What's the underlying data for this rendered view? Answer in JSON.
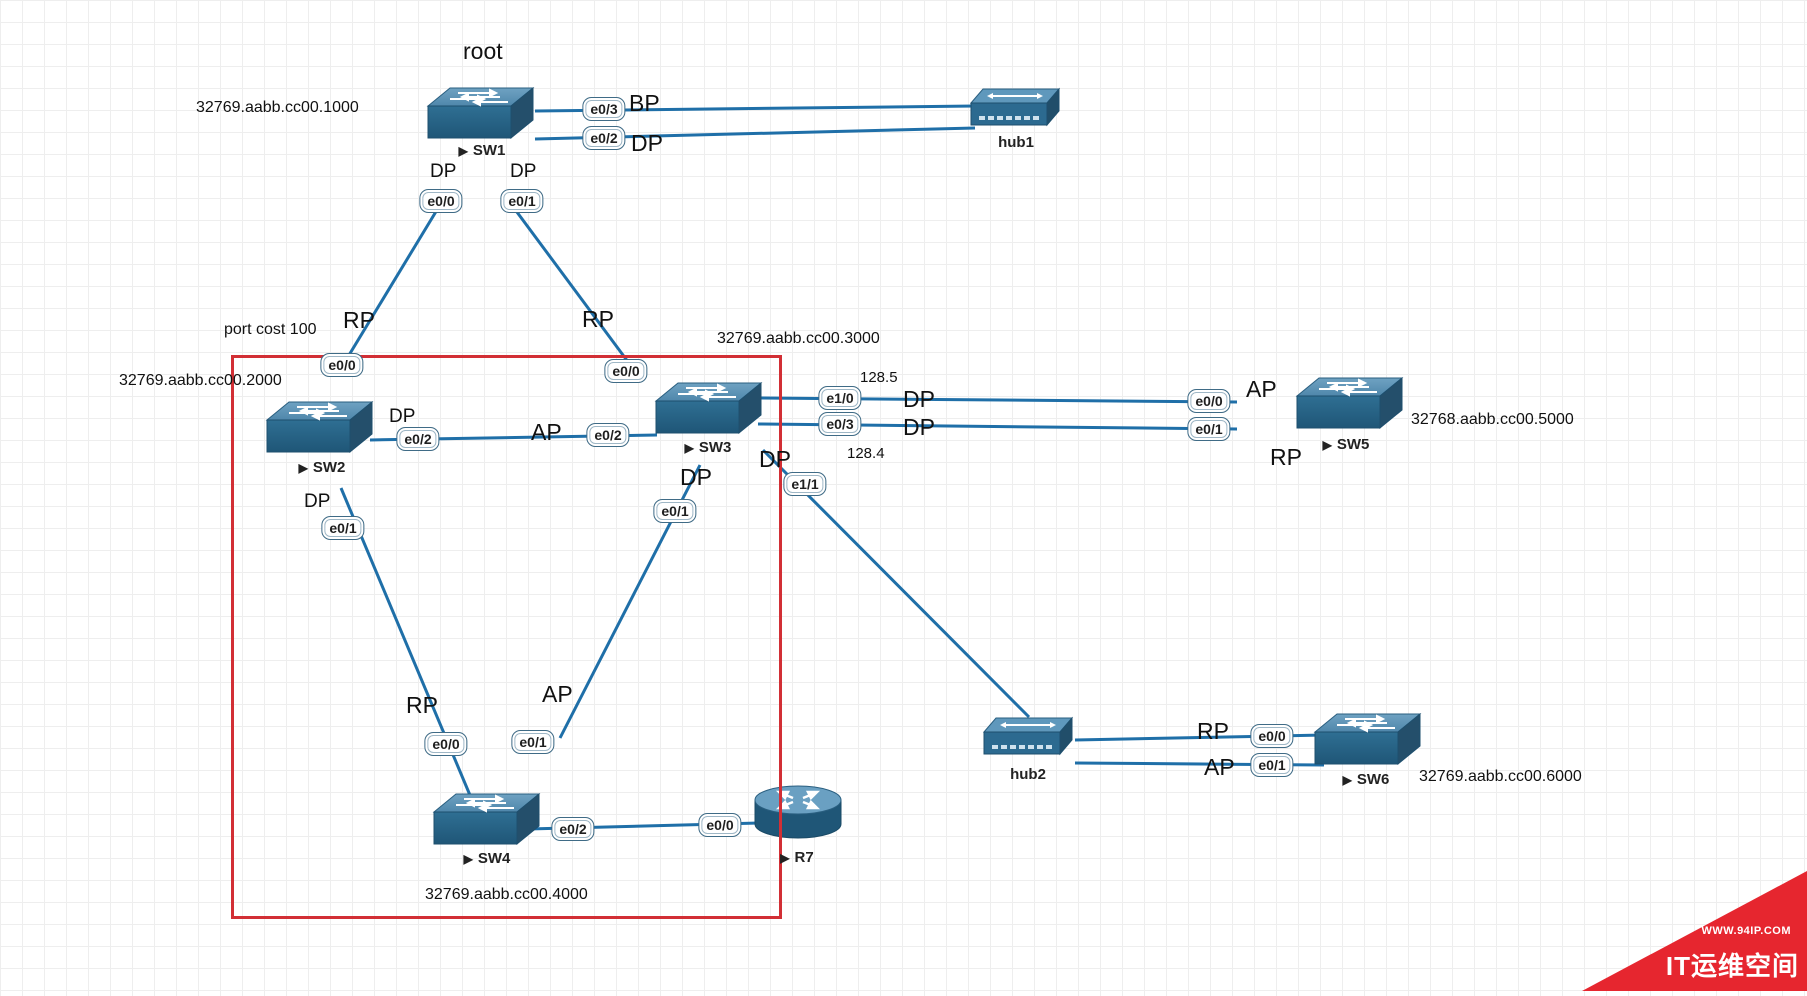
{
  "devices": {
    "sw1": {
      "name": "SW1",
      "bridge_id": "32769.aabb.cc00.1000",
      "caption": "root"
    },
    "sw2": {
      "name": "SW2",
      "bridge_id": "32769.aabb.cc00.2000",
      "note": "port cost 100"
    },
    "sw3": {
      "name": "SW3",
      "bridge_id": "32769.aabb.cc00.3000"
    },
    "sw4": {
      "name": "SW4",
      "bridge_id": "32769.aabb.cc00.4000"
    },
    "sw5": {
      "name": "SW5",
      "bridge_id": "32768.aabb.cc00.5000"
    },
    "sw6": {
      "name": "SW6",
      "bridge_id": "32769.aabb.cc00.6000"
    },
    "hub1": {
      "name": "hub1"
    },
    "hub2": {
      "name": "hub2"
    },
    "r7": {
      "name": "R7"
    }
  },
  "ports": {
    "sw1_e03": "e0/3",
    "sw1_e02": "e0/2",
    "sw1_e00": "e0/0",
    "sw1_e01": "e0/1",
    "sw2_e00": "e0/0",
    "sw2_e02": "e0/2",
    "sw2_e01": "e0/1",
    "sw3_e00": "e0/0",
    "sw3_e02": "e0/2",
    "sw3_e10": "e1/0",
    "sw3_e03": "e0/3",
    "sw3_e11": "e1/1",
    "sw3_e01": "e0/1",
    "sw4_e00": "e0/0",
    "sw4_e01": "e0/1",
    "sw4_e02": "e0/2",
    "r7_e00": "e0/0",
    "sw5_e00": "e0/0",
    "sw5_e01": "e0/1",
    "sw6_e00": "e0/0",
    "sw6_e01": "e0/1"
  },
  "roles": {
    "sw1_e03": "BP",
    "sw1_e02": "DP",
    "sw1_e00": "DP",
    "sw1_e01": "DP",
    "sw2_e00": "RP",
    "sw2_e02": "DP",
    "sw2_e01": "DP",
    "sw3_e00": "RP",
    "sw3_e02": "AP",
    "sw3_e10": "DP",
    "sw3_e03": "DP",
    "sw3_e11": "DP",
    "sw3_e01": "DP",
    "sw4_e00": "RP",
    "sw4_e01": "AP",
    "sw5_e00": "AP",
    "sw5_e01": "RP",
    "sw6_e00": "RP",
    "sw6_e01": "AP"
  },
  "port_priorities": {
    "sw3_e10": "128.5",
    "sw3_e03": "128.4"
  },
  "colors": {
    "link": "#1f6fa8",
    "device": "#2f6f93",
    "highlight": "#d22f35",
    "watermark": "#e6262f"
  },
  "watermark": {
    "url": "WWW.94IP.COM",
    "text": "IT运维空间"
  }
}
